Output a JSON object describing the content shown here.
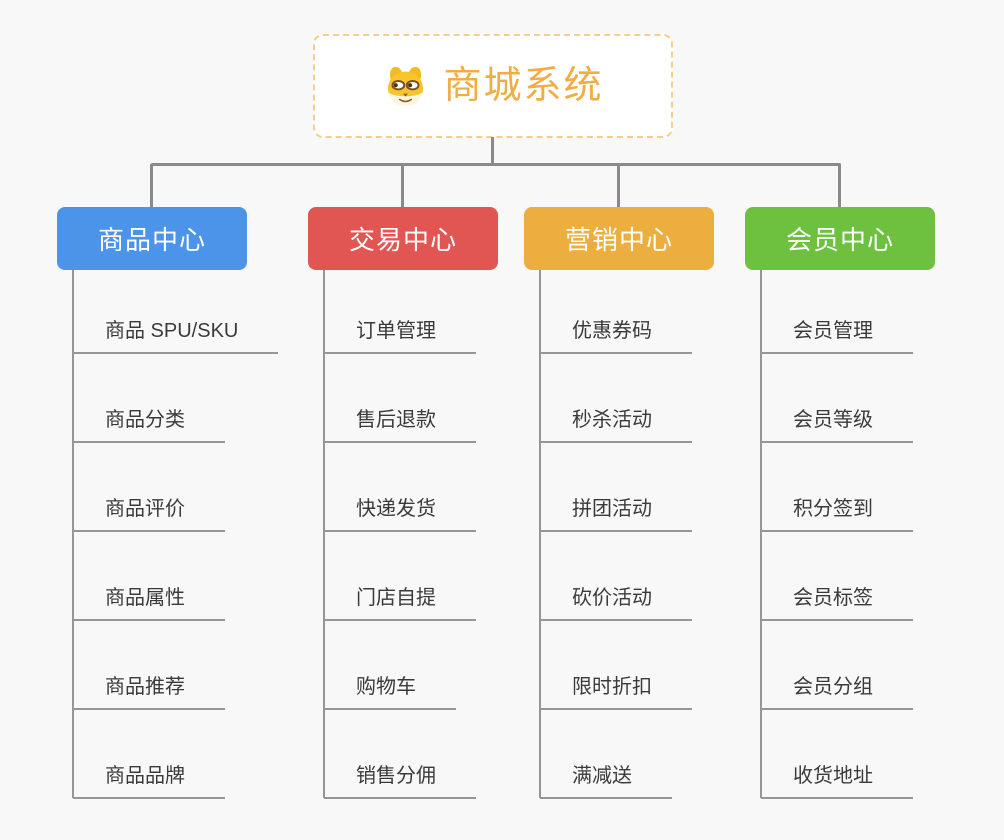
{
  "root": {
    "title": "商城系统",
    "icon": "doge-icon"
  },
  "colors": {
    "background": "#f8f8f8",
    "root_border": "#f6cd8f",
    "root_text": "#f0ad43",
    "connector": "#8a8a8a",
    "item_line": "#969696",
    "item_text": "#3a3a3a",
    "branch_text": "#ffffff"
  },
  "branches": [
    {
      "label": "商品中心",
      "color": "#4b94e9",
      "items": [
        "商品 SPU/SKU",
        "商品分类",
        "商品评价",
        "商品属性",
        "商品推荐",
        "商品品牌"
      ]
    },
    {
      "label": "交易中心",
      "color": "#e15553",
      "items": [
        "订单管理",
        "售后退款",
        "快递发货",
        "门店自提",
        "购物车",
        "销售分佣"
      ]
    },
    {
      "label": "营销中心",
      "color": "#ecae3f",
      "items": [
        "优惠券码",
        "秒杀活动",
        "拼团活动",
        "砍价活动",
        "限时折扣",
        "满减送"
      ]
    },
    {
      "label": "会员中心",
      "color": "#6ec03f",
      "items": [
        "会员管理",
        "会员等级",
        "积分签到",
        "会员标签",
        "会员分组",
        "收货地址"
      ]
    }
  ]
}
